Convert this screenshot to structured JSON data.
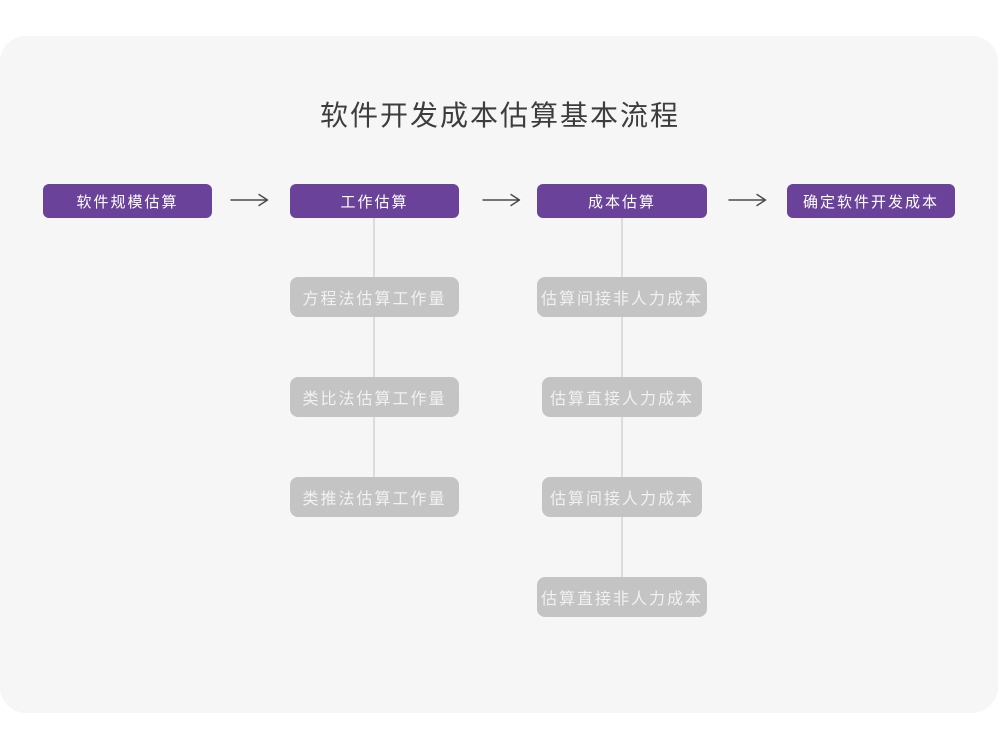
{
  "page": {
    "title": "软件开发成本估算基本流程"
  },
  "colors": {
    "page_background": "#ffffff",
    "card_background": "#f6f6f6",
    "primary_box": "#6b4299",
    "primary_box_text": "#ffffff",
    "secondary_box": "#c4c4c4",
    "secondary_box_text": "#f1f1f1",
    "arrow": "#4a4a4a",
    "connector_line": "#dcdcdc",
    "title_text": "#3d3d3d"
  },
  "icons": {
    "arrow_right": "⟶"
  },
  "flow": {
    "main_steps": [
      {
        "label": "软件规模估算"
      },
      {
        "label": "工作估算"
      },
      {
        "label": "成本估算"
      },
      {
        "label": "确定软件开发成本"
      }
    ],
    "work_estimation_methods": [
      "方程法估算工作量",
      "类比法估算工作量",
      "类推法估算工作量"
    ],
    "cost_estimation_items": [
      "估算间接非人力成本",
      "估算直接人力成本",
      "估算间接人力成本",
      "估算直接非人力成本"
    ]
  }
}
